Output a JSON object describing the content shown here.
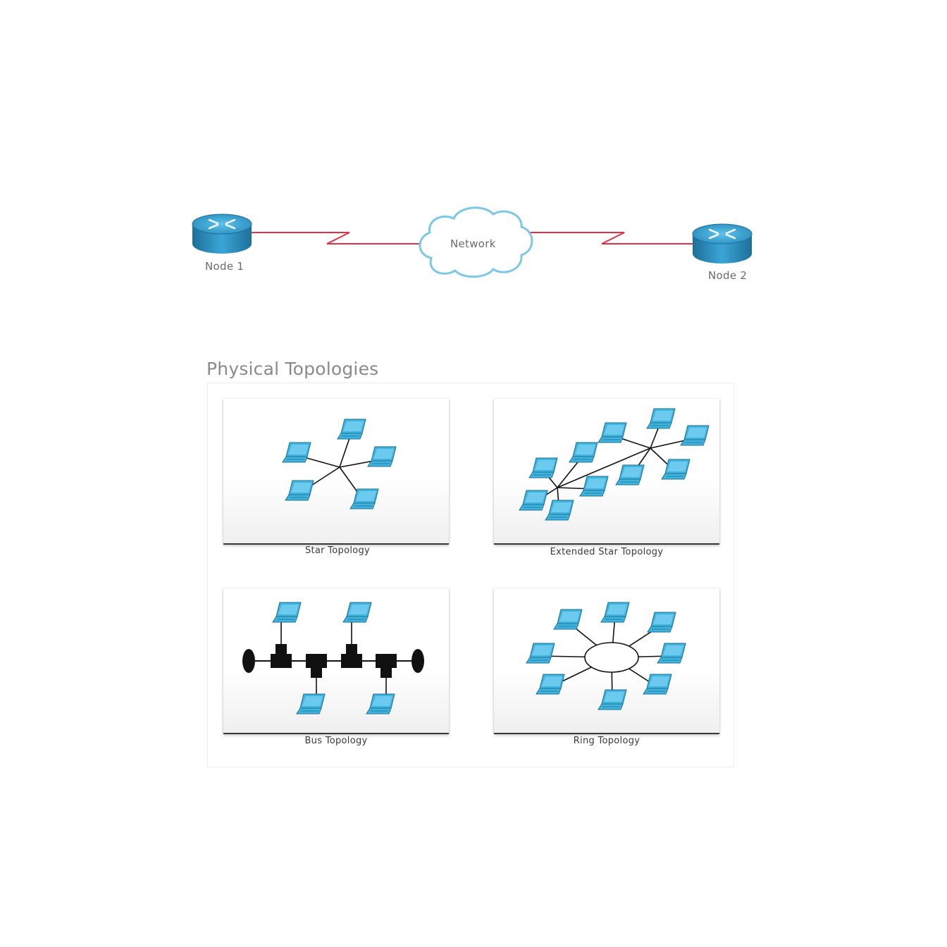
{
  "wan": {
    "node1_label": "Node 1",
    "node2_label": "Node 2",
    "cloud_label": "Network",
    "link_color": "#e0304a",
    "router_color": "#2a8fc0",
    "cloud_color": "#7cc6e6"
  },
  "section_title": "Physical Topologies",
  "laptop_color": "#3fb4df",
  "topologies": [
    {
      "caption": "Star Topology"
    },
    {
      "caption": "Extended Star Topology"
    },
    {
      "caption": "Bus Topology"
    },
    {
      "caption": "Ring Topology"
    }
  ]
}
